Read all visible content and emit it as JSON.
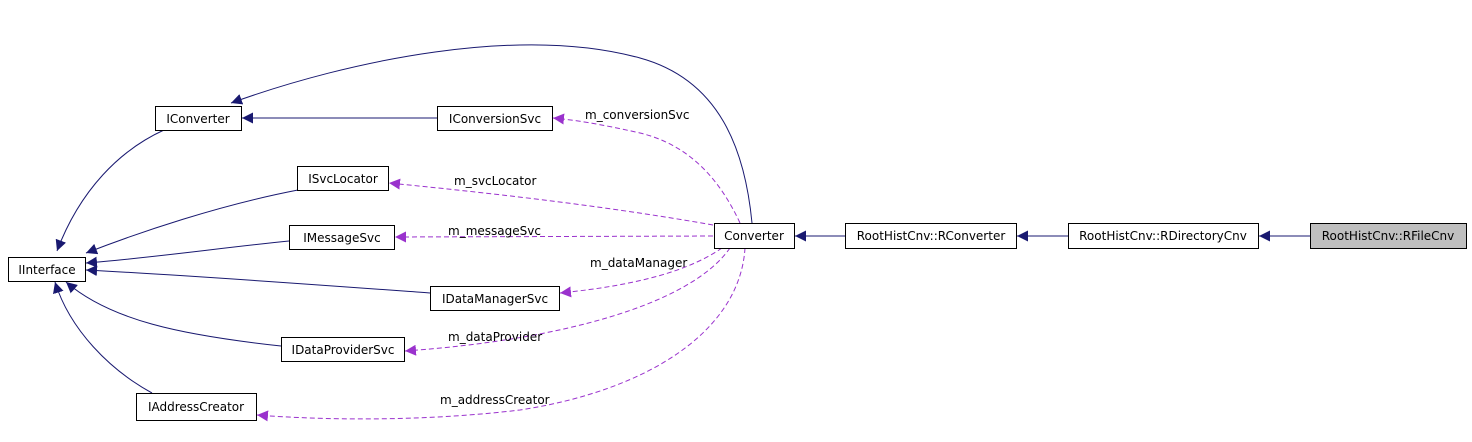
{
  "diagram": {
    "colors": {
      "inheritance_edge": "#191970",
      "member_edge": "#9a32cd",
      "highlight_fill": "#bfbfbf",
      "node_fill": "#ffffff"
    },
    "nodes": {
      "iinterface": "IInterface",
      "iconverter": "IConverter",
      "iconversionsvc": "IConversionSvc",
      "isvclocator": "ISvcLocator",
      "imessagesvc": "IMessageSvc",
      "idatamanagersvc": "IDataManagerSvc",
      "idataprovidersvc": "IDataProviderSvc",
      "iaddresscreator": "IAddressCreator",
      "converter": "Converter",
      "rconverter": "RootHistCnv::RConverter",
      "rdirectorycnv": "RootHistCnv::RDirectoryCnv",
      "rfilecnv": "RootHistCnv::RFileCnv"
    },
    "edge_labels": {
      "conversion_svc": "m_conversionSvc",
      "svc_locator": "m_svcLocator",
      "message_svc": "m_messageSvc",
      "data_manager": "m_dataManager",
      "data_provider": "m_dataProvider",
      "address_creator": "m_addressCreator"
    }
  }
}
